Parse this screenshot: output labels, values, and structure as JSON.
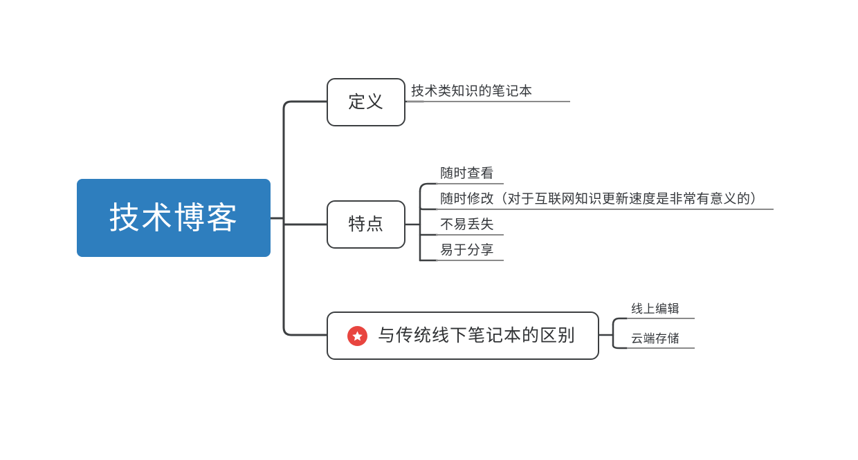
{
  "diagram": {
    "type": "mind-map",
    "title": "技术博客",
    "background_color": "#ffffff",
    "root_color": "#2E7EBE",
    "root_text_color": "#ffffff",
    "node_border_color": "#3c3f41",
    "leaf_line_color": "#8a8a8a",
    "text_color": "#33363a",
    "badge_color": "#E8453F"
  },
  "root": {
    "label": "技术博客"
  },
  "branches": [
    {
      "id": "definition",
      "label": "定义",
      "icon": null,
      "children": [
        {
          "label": "技术类知识的笔记本"
        }
      ]
    },
    {
      "id": "features",
      "label": "特点",
      "icon": null,
      "children": [
        {
          "label": "随时查看"
        },
        {
          "label": "随时修改（对于互联网知识更新速度是非常有意义的）"
        },
        {
          "label": "不易丢失"
        },
        {
          "label": "易于分享"
        }
      ]
    },
    {
      "id": "difference",
      "label": "与传统线下笔记本的区别",
      "icon": "star-badge-icon",
      "children": [
        {
          "label": "线上编辑"
        },
        {
          "label": "云端存储"
        }
      ]
    }
  ]
}
